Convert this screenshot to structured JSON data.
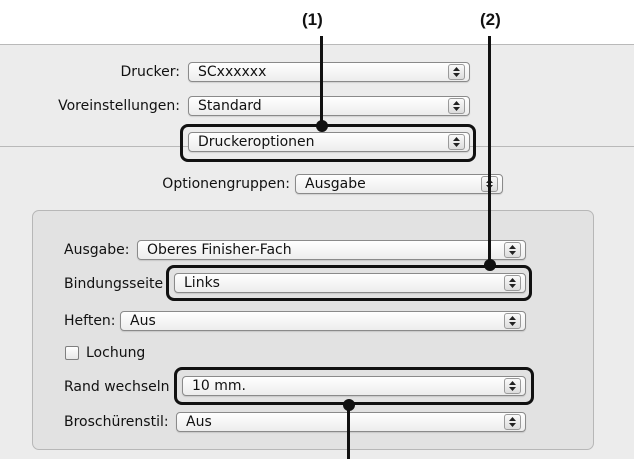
{
  "callouts": {
    "c1": "(1)",
    "c2": "(2)"
  },
  "printer": {
    "label": "Drucker:",
    "value": "SCxxxxxx"
  },
  "presets": {
    "label": "Voreinstellungen:",
    "value": "Standard"
  },
  "pane_menu": {
    "value": "Druckeroptionen"
  },
  "option_groups": {
    "label": "Optionengruppen:",
    "value": "Ausgabe"
  },
  "output": {
    "label": "Ausgabe:",
    "value": "Oberes Finisher-Fach"
  },
  "binding": {
    "label": "Bindungsseite",
    "value": "Links"
  },
  "staple": {
    "label": "Heften:",
    "value": "Aus"
  },
  "punch": {
    "label": "Lochung"
  },
  "margin_shift": {
    "label": "Rand wechseln",
    "value": "10 mm."
  },
  "booklet": {
    "label": "Broschürenstil:",
    "value": "Aus"
  }
}
